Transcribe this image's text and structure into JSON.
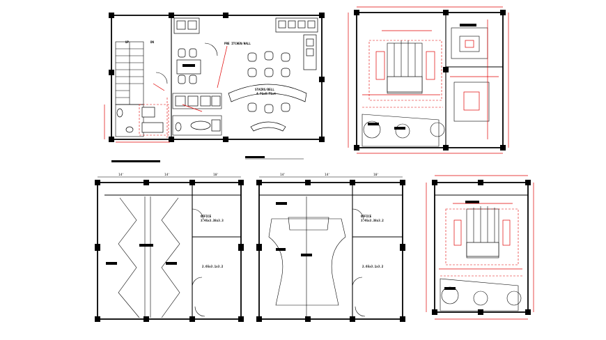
{
  "drawing": {
    "plan1": {
      "up_label": "UP",
      "dn_label": "DN",
      "room_label_1": "PRE ITCHEN/HALL",
      "room_label_2": "STAIRS/BELL",
      "area_label_2": "4.71x6.71x4"
    },
    "plan3": {
      "office_label": "OFFICE",
      "office_area": "3.45x3.38x3.3",
      "room_label": "2.65x3.1x3.2",
      "dims": [
        "14'",
        "14'",
        "10'"
      ]
    },
    "plan4": {
      "office_label": "OFFICE",
      "office_area": "3.45x3.38x3.2",
      "room_label": "2.65x3.1x3.2",
      "dims": [
        "14'",
        "14'",
        "10'"
      ]
    }
  }
}
